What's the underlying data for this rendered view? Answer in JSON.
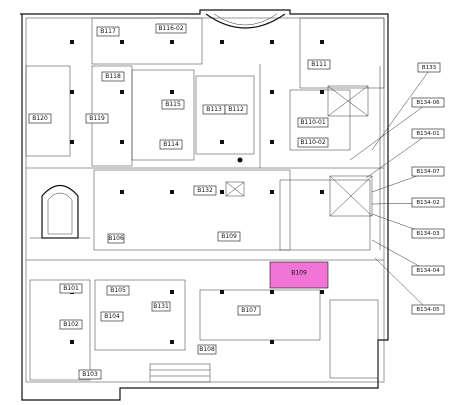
{
  "map": {
    "background": "#ffffff",
    "line_color": "#111111",
    "highlight_color": "#f075d6",
    "highlighted_unit": "B109",
    "units": [
      {
        "id": "b117",
        "label": "B117"
      },
      {
        "id": "b116-02",
        "label": "B116-02"
      },
      {
        "id": "b111",
        "label": "B111"
      },
      {
        "id": "b118",
        "label": "B118"
      },
      {
        "id": "b115",
        "label": "B115"
      },
      {
        "id": "b113",
        "label": "B113"
      },
      {
        "id": "b112",
        "label": "B112"
      },
      {
        "id": "b120",
        "label": "B120"
      },
      {
        "id": "b119",
        "label": "B119"
      },
      {
        "id": "b114",
        "label": "B114"
      },
      {
        "id": "b110-01",
        "label": "B110-01"
      },
      {
        "id": "b110-02",
        "label": "B110-02"
      },
      {
        "id": "b132",
        "label": "B132"
      },
      {
        "id": "b106",
        "label": "B106"
      },
      {
        "id": "b109",
        "label": "B109"
      },
      {
        "id": "b101",
        "label": "B101"
      },
      {
        "id": "b105",
        "label": "B105"
      },
      {
        "id": "b131",
        "label": "B131"
      },
      {
        "id": "b104",
        "label": "B104"
      },
      {
        "id": "b102",
        "label": "B102"
      },
      {
        "id": "b107",
        "label": "B107"
      },
      {
        "id": "b108",
        "label": "B108"
      },
      {
        "id": "b103",
        "label": "B103"
      },
      {
        "id": "b133",
        "label": "B133"
      }
    ],
    "callouts": [
      {
        "id": "b133c",
        "label": "B133"
      },
      {
        "id": "b134-06",
        "label": "B134-06"
      },
      {
        "id": "b134-01",
        "label": "B134-01"
      },
      {
        "id": "b134-07",
        "label": "B134-07"
      },
      {
        "id": "b134-02",
        "label": "B134-02"
      },
      {
        "id": "b134-03",
        "label": "B134-03"
      },
      {
        "id": "b134-04",
        "label": "B134-04"
      },
      {
        "id": "b134-05",
        "label": "B134-05"
      }
    ]
  }
}
